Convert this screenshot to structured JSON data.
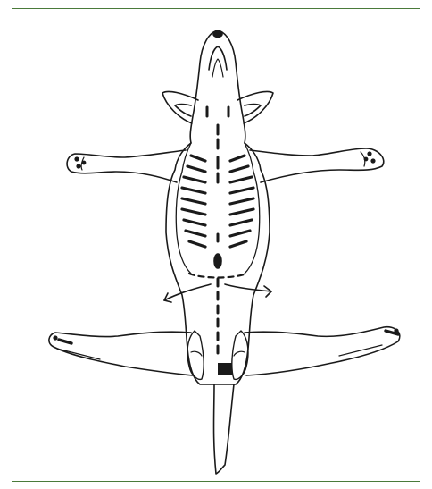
{
  "figure": {
    "subject": "rat-ventral-dissection-diagram",
    "frame_color": "#4a7a3a",
    "line_color": "#1a1a1a",
    "icons": {
      "head": "rat-head-icon",
      "body": "rat-body-icon",
      "tail": "tail-icon",
      "incision_midline": "dashed-incision-line",
      "incision_transverse": "dashed-transverse-incision",
      "retraction_arrows": "curved-arrow-icon"
    }
  }
}
